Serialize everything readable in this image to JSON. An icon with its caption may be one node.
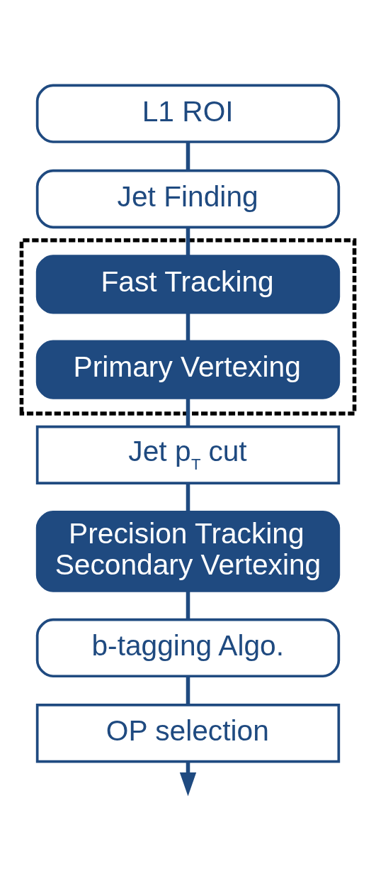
{
  "diagram": {
    "nodes": [
      {
        "text": [
          "L1 ROI"
        ]
      },
      {
        "text": [
          "Jet Finding"
        ]
      },
      {
        "text": [],
        "shape": "box"
      },
      {
        "text": [
          "Fast Tracking"
        ],
        "in": 2
      },
      {
        "text": [
          "Primary Vertexing"
        ],
        "in": 2
      },
      {
        "text": [
          "Jet p$_{T}$ cut"
        ]
      },
      {
        "text": [
          "Precision Tracking Secondary Vertexing"
        ]
      },
      {
        "text": [
          "b-tagging Algo."
        ]
      },
      {
        "text": [
          "OP selection"
        ]
      }
    ],
    "edges": [
      {
        "from": 0,
        "to": 1,
        "arrow": "none"
      },
      {
        "from": 1,
        "to": 3,
        "arrow": "none"
      },
      {
        "from": 3,
        "to": 4,
        "arrow": "none"
      },
      {
        "from": 4,
        "to": 5,
        "arrow": "none"
      },
      {
        "from": 5,
        "to": 6,
        "arrow": "none"
      },
      {
        "from": 6,
        "to": 7,
        "arrow": "none"
      },
      {
        "from": 7,
        "to": 8,
        "arrow": "none"
      },
      {
        "from": 8,
        "to": null,
        "arrow": "to"
      }
    ]
  }
}
